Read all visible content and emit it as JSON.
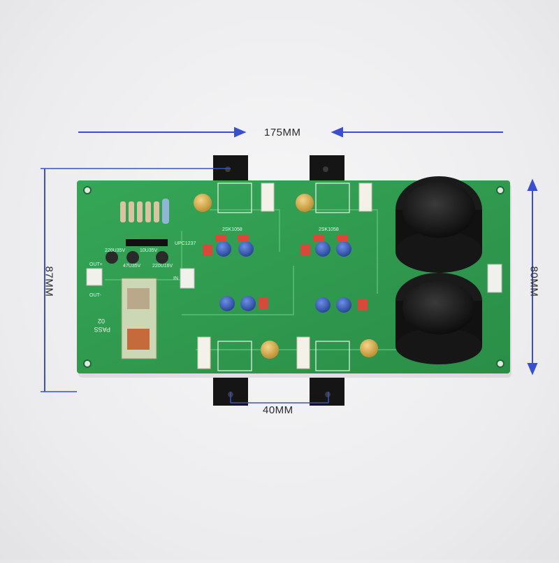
{
  "photo": {
    "subject": "Stereo amplifier PCB board with dimension annotations",
    "colors": {
      "background": "#ececee",
      "board": "#2f9a4e",
      "dimension_line": "#3a4fd0",
      "heatsink": "#1a1a1a",
      "capacitor": "#141414"
    }
  },
  "dimensions": {
    "width_top": "175MM",
    "height_left": "87MM",
    "height_right": "80MM",
    "hole_spacing_bottom": "40MM"
  },
  "board_text": {
    "brand": "PASS",
    "model": "02",
    "cap_a": "220U35V",
    "cap_b": "10U35V",
    "cap_c": "47U35V",
    "cap_d": "220U16V",
    "ic": "UPC1237",
    "out_plus": "OUT+",
    "out_minus": "OUT-",
    "transistor": "2SK1058",
    "transistor_b": "2SK1058",
    "in_label": "IN"
  }
}
